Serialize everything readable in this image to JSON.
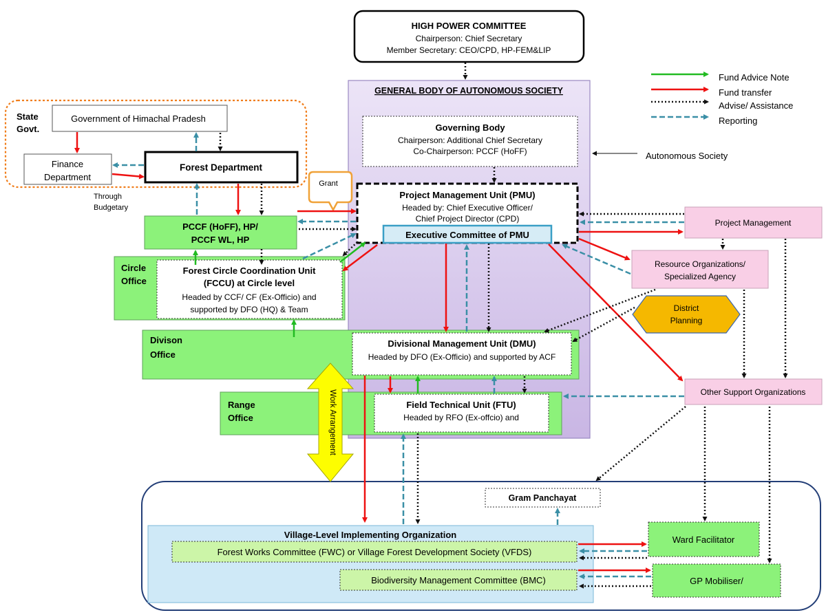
{
  "colors": {
    "fund_advice": "#22bb22",
    "fund_transfer": "#ee1111",
    "advise": "#111111",
    "reporting": "#3a8fa6",
    "purple_panel": "#dcd0ee",
    "light_green": "#8cf27a",
    "pale_green": "#ccf5a8",
    "pink": "#f9cfe6",
    "light_blue": "#cfe9f7",
    "orange": "#f0a238",
    "yellow": "#fdfd00",
    "district": "#f5b800"
  },
  "legend": {
    "fund_advice": "Fund Advice Note",
    "fund_transfer": "Fund transfer",
    "advise": "Advise/ Assistance",
    "reporting": "Reporting"
  },
  "hpc": {
    "title": "HIGH POWER COMMITTEE",
    "line1": "Chairperson: Chief Secretary",
    "line2": "Member  Secretary: CEO/CPD, HP-FEM&LIP"
  },
  "general_body": "GENERAL BODY OF AUTONOMOUS SOCIETY",
  "autonomous_society": "Autonomous Society",
  "governing": {
    "title": "Governing Body",
    "line1": "Chairperson: Additional Chief Secretary",
    "line2": "Co-Chairperson: PCCF (HoFF)"
  },
  "state": {
    "label1": "State",
    "label2": "Govt.",
    "gov_hp": "Government of Himachal Pradesh",
    "finance1": "Finance",
    "finance2": "Department",
    "forest_dept": "Forest Department",
    "through1": "Through",
    "through2": "Budgetary"
  },
  "grant": "Grant",
  "pmu": {
    "title": "Project Management Unit (PMU)",
    "line1": "Headed by: Chief Executive Officer/",
    "line2": "Chief Project Director (CPD)",
    "exec": "Executive Committee of PMU"
  },
  "pccf": {
    "line1": "PCCF (HoFF), HP/",
    "line2": "PCCF WL, HP"
  },
  "circle": {
    "label1": "Circle",
    "label2": "Office",
    "title1": "Forest Circle Coordination Unit",
    "title2": "(FCCU) at Circle level",
    "line1": "Headed by CCF/ CF (Ex-Officio) and",
    "line2": "supported by DFO (HQ) & Team"
  },
  "division": {
    "label1": "Divison",
    "label2": "Office",
    "title": "Divisional Management Unit (DMU)",
    "line1": "Headed by DFO (Ex-Officio) and supported by ACF"
  },
  "range": {
    "label1": "Range",
    "label2": "Office",
    "title": "Field Technical Unit (FTU)",
    "line1": "Headed by RFO (Ex-offcio) and"
  },
  "work_arrangement": "Work Arrangement",
  "project_management": "Project Management",
  "resource": {
    "line1": "Resource Organizations/",
    "line2": "Specialized Agency"
  },
  "district": {
    "line1": "District",
    "line2": "Planning"
  },
  "other_support": "Other Support Organizations",
  "gram_panchayat": "Gram Panchayat",
  "village": {
    "title": "Village-Level Implementing Organization",
    "fwc": "Forest Works Committee (FWC) or Village Forest Development Society (VFDS)",
    "bmc": "Biodiversity Management Committee (BMC)"
  },
  "ward_facilitator": "Ward Facilitator",
  "gp_mobiliser": "GP Mobiliser/"
}
